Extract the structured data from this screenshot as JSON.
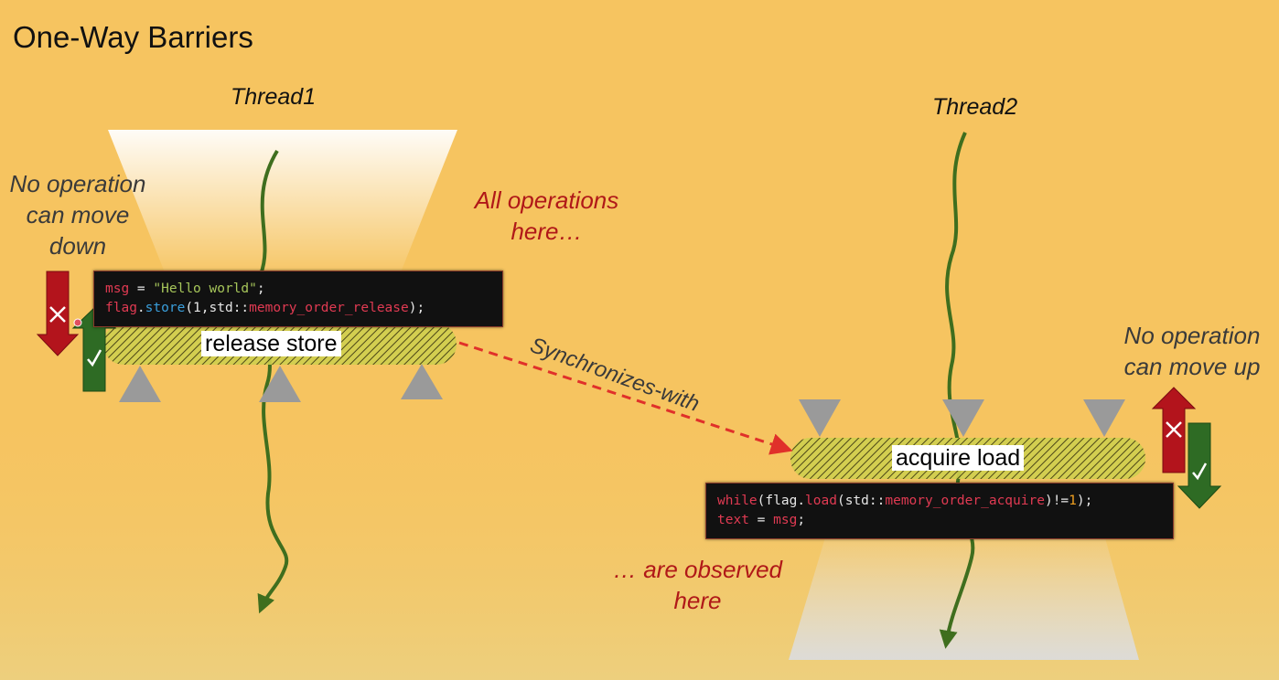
{
  "title": "One-Way Barriers",
  "thread1": "Thread1",
  "thread2": "Thread2",
  "left_note": [
    "No operation",
    "can move",
    "down"
  ],
  "right_note": [
    "No operation",
    "can move up"
  ],
  "all_ops": [
    "All operations",
    "here…"
  ],
  "observed": [
    "… are observed",
    "here"
  ],
  "sync_label": "Synchronizes-with",
  "release_label": "release store",
  "acquire_label": "acquire load",
  "code1": {
    "line1": {
      "a": "msg",
      "b": " = ",
      "c": "\"Hello world\"",
      "d": ";"
    },
    "line2": {
      "a": "flag",
      "b": ".",
      "c": "store",
      "d": "(1,std::",
      "e": "memory_order_release",
      "f": ");"
    }
  },
  "code2": {
    "line1": {
      "a": "while",
      "b": "(",
      "c": "flag",
      "d": ".",
      "e": "load",
      "f": "(std::",
      "g": "memory_order_acquire",
      "h": ")!=",
      "i": "1",
      "j": ");"
    },
    "line2": {
      "a": "text",
      "b": " = ",
      "c": "msg",
      "d": ";"
    }
  },
  "icons": [
    "cross-icon",
    "check-icon",
    "down-arrow-icon",
    "up-arrow-icon"
  ],
  "colors": {
    "background": "#f6c460",
    "arrow_red": "#b3141c",
    "arrow_green": "#2e6b24",
    "thread_line": "#3f6e1e",
    "sync_arrow": "#e0302a",
    "barrier_fill": "#d9d45a"
  }
}
